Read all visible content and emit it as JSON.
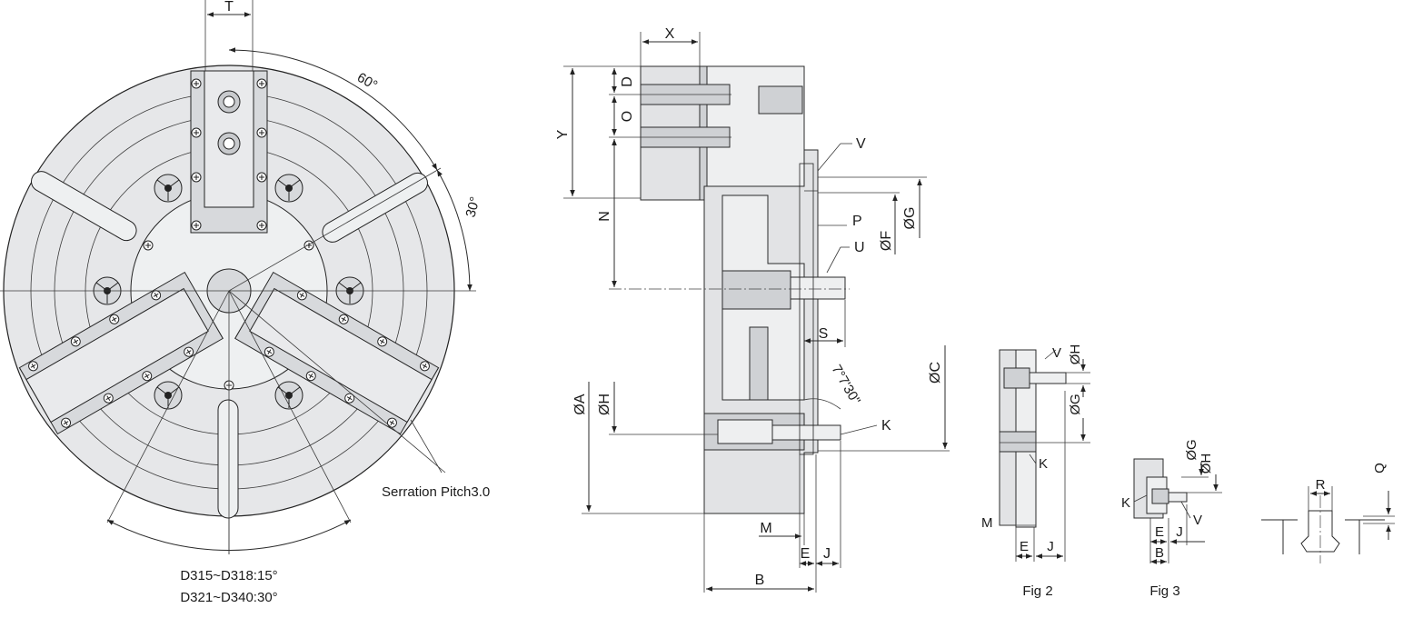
{
  "front_view": {
    "top_label": "T",
    "angle_60": "60°",
    "angle_30": "30°",
    "serration": "Serration Pitch3.0",
    "note_line1": "D315~D318:15°",
    "note_line2": "D321~D340:30°"
  },
  "side_view": {
    "X": "X",
    "Y": "Y",
    "D": "D",
    "O": "O",
    "N": "N",
    "V": "V",
    "P": "P",
    "U": "U",
    "S": "S",
    "K": "K",
    "F": "ØF",
    "G": "ØG",
    "C": "ØC",
    "A": "ØA",
    "H": "ØH",
    "angle": "7°7'30\"",
    "M": "M",
    "E": "E",
    "J": "J",
    "B": "B"
  },
  "fig2": {
    "V": "V",
    "H": "ØH",
    "G": "ØG",
    "K": "K",
    "M": "M",
    "E": "E",
    "J": "J",
    "caption": "Fig 2"
  },
  "fig3": {
    "G": "ØG",
    "H": "ØH",
    "K": "K",
    "V": "V",
    "E": "E",
    "J": "J",
    "B": "B",
    "caption": "Fig 3"
  },
  "detail": {
    "R": "R",
    "Q": "Q"
  }
}
